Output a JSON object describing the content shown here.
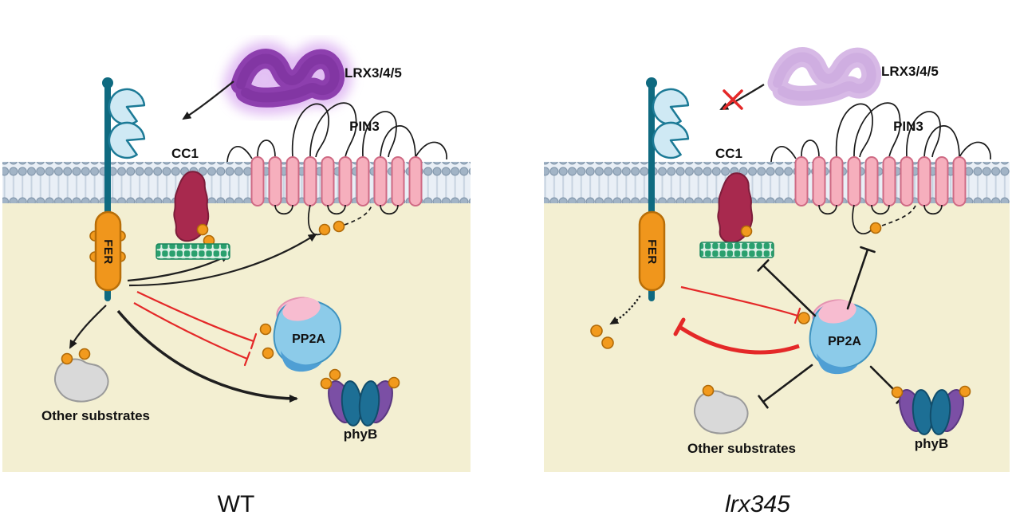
{
  "figure": {
    "left": {
      "panel_label": "WT",
      "lrx": "LRX3/4/5",
      "pin3": "PIN3",
      "cc1": "CC1",
      "fer": "FER",
      "pp2a": "PP2A",
      "other_substrates": "Other substrates",
      "phyb": "phyB"
    },
    "right": {
      "panel_label": "lrx345",
      "lrx": "LRX3/4/5",
      "pin3": "PIN3",
      "cc1": "CC1",
      "fer": "FER",
      "pp2a": "PP2A",
      "other_substrates": "Other substrates",
      "phyb": "phyB"
    },
    "colors": {
      "cytoplasm": "#f3efd2",
      "membrane_head": "#a2b4c6",
      "membrane_fill": "#e9eff6",
      "fer_orange": "#f0961c",
      "phosphate": "#f29a1d",
      "cc1_maroon": "#a8294e",
      "microtubule_green": "#2aa06e",
      "pin3_pink": "#f6afbd",
      "pp2a_blue": "#8ccbe9",
      "pp2a_dark_blue": "#4f9fd4",
      "pp2a_pink": "#f7bcd0",
      "lrx_purple": "#8d3fae",
      "lrx_faded": "#d7b9e6",
      "phyb_purple": "#7b4fa5",
      "phyb_teal": "#1d6f95",
      "receptor_teal": "#0f6a80",
      "ectodomain_blue": "#cfe9f4",
      "inhibit_red": "#e42828",
      "arrow_black": "#1a1a1a"
    }
  }
}
